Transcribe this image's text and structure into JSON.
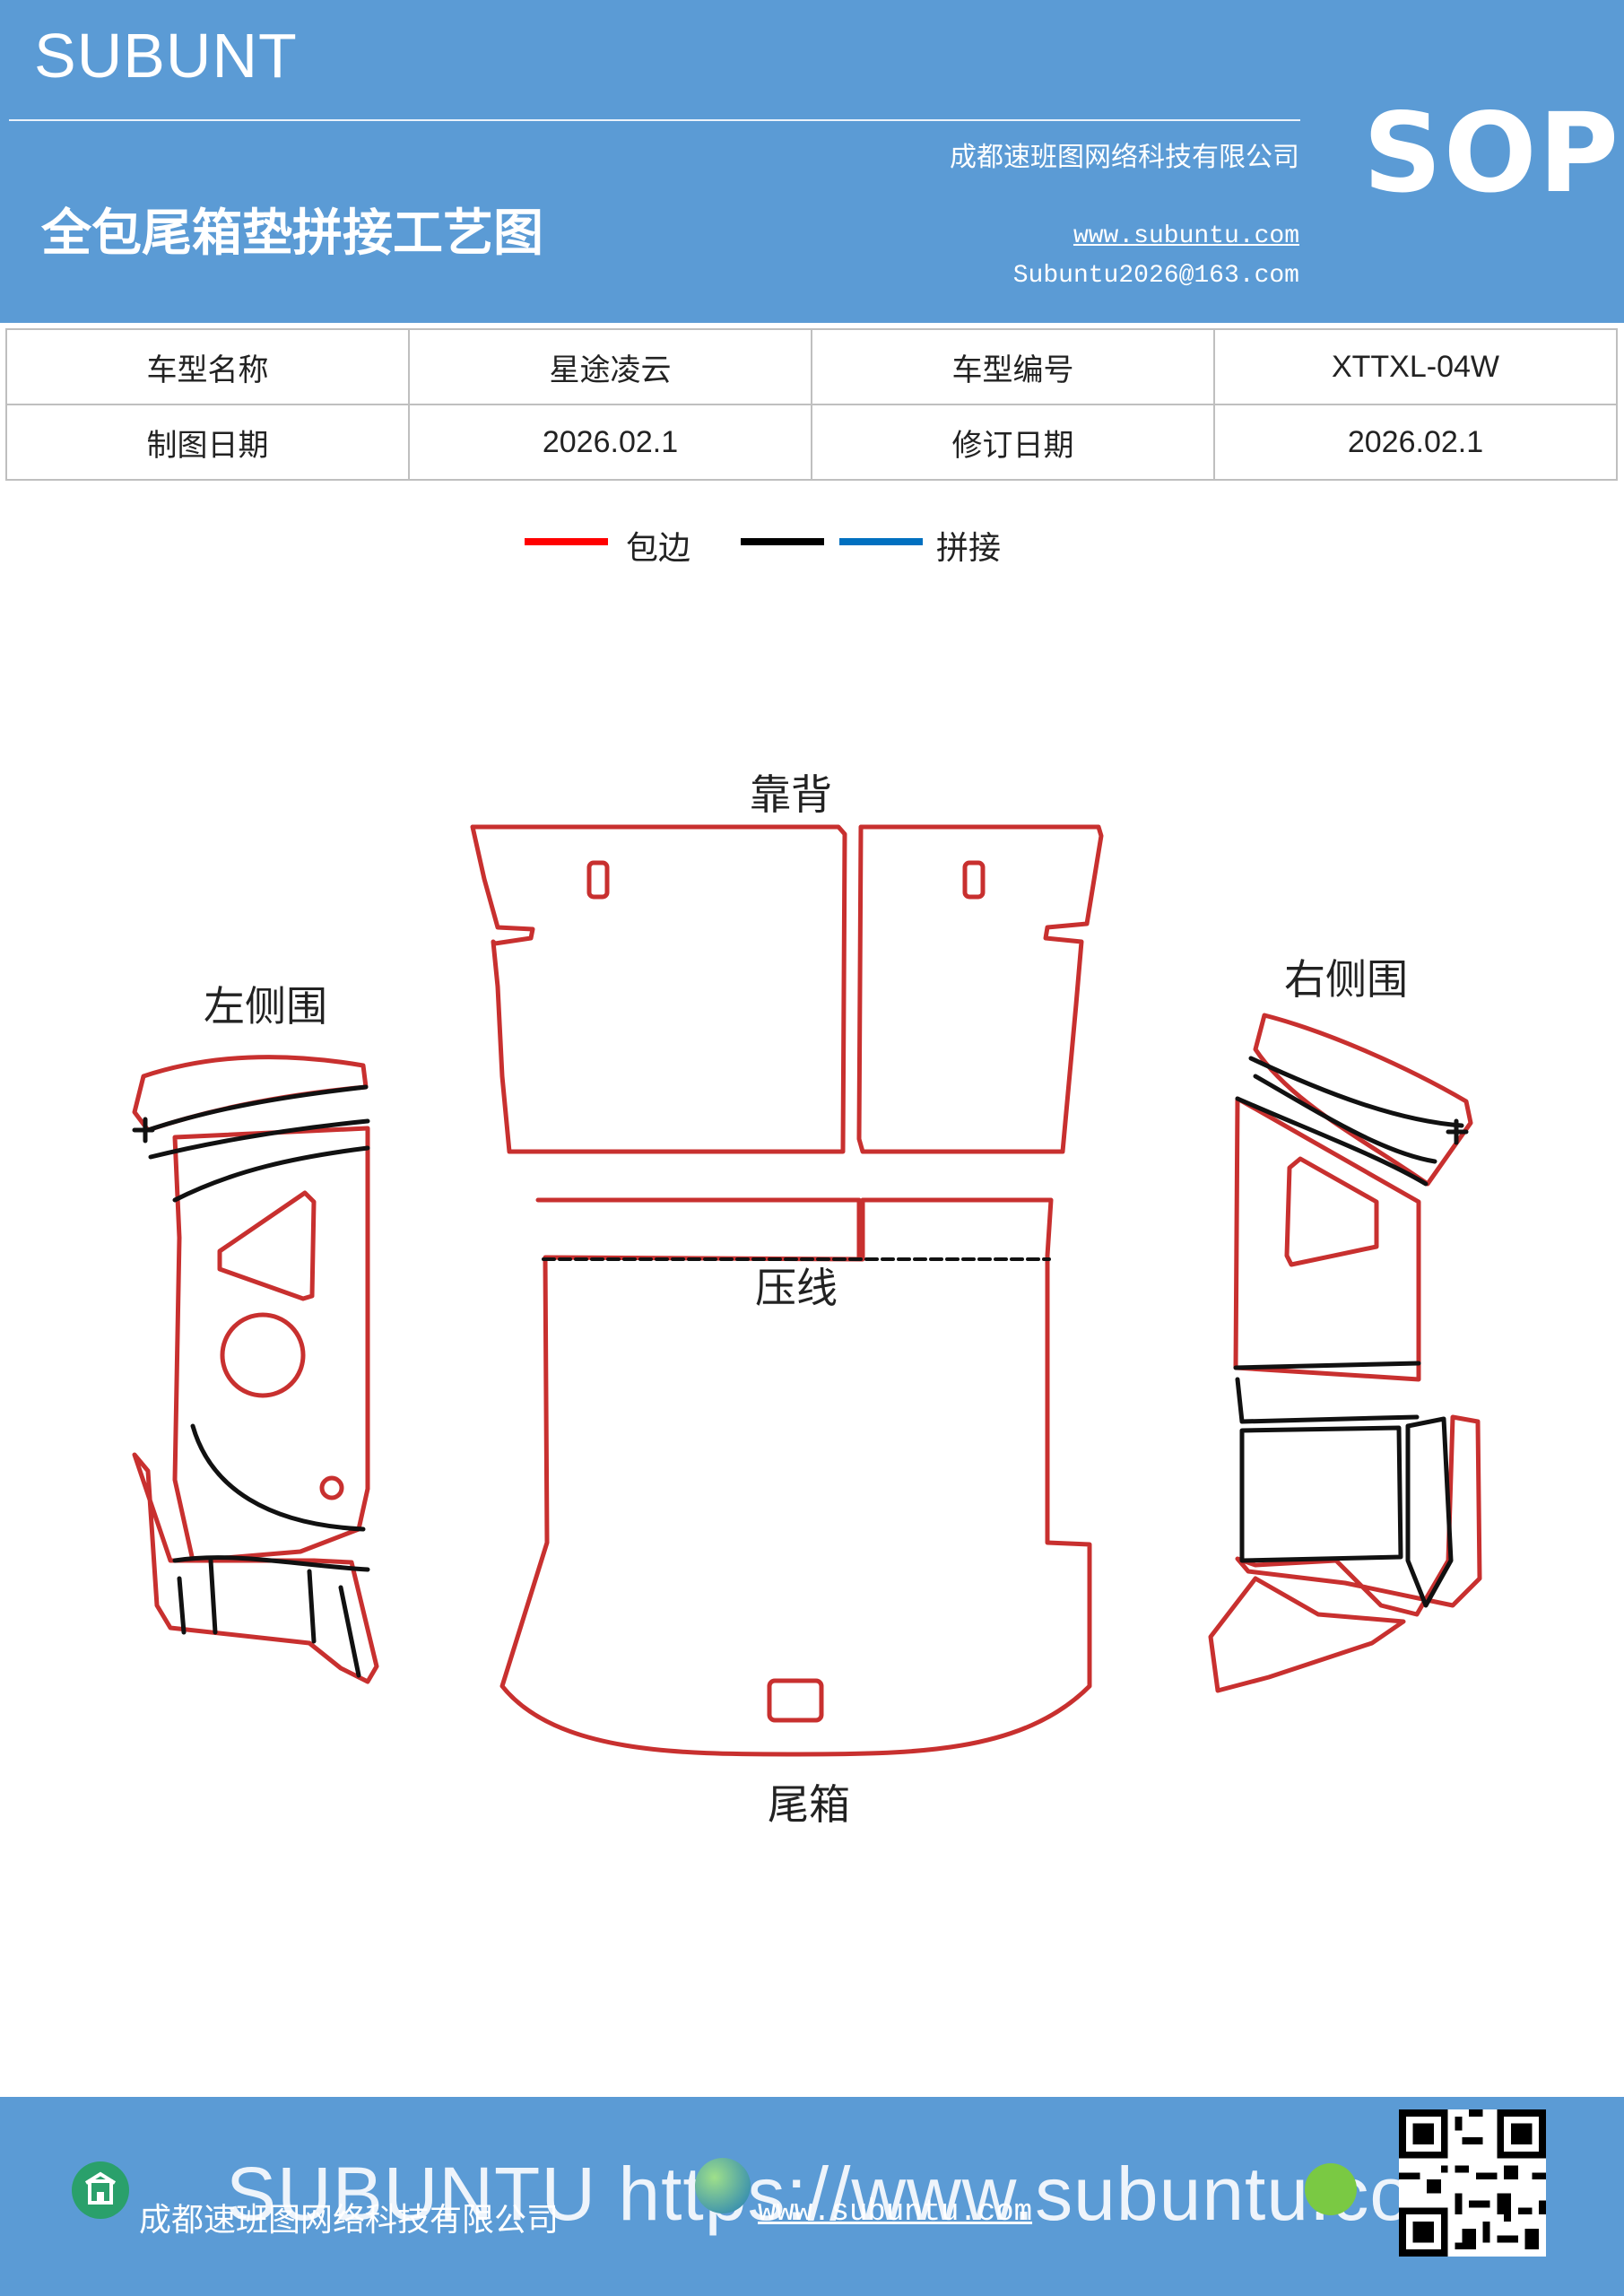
{
  "header": {
    "brand": "SUBUNT",
    "badge": "SOP",
    "company": "成都速班图网络科技有限公司",
    "title": "全包尾箱垫拼接工艺图",
    "website": "www.subuntu.com",
    "email": "Subuntu2026@163.com"
  },
  "info_table": {
    "rows": [
      [
        "车型名称",
        "星途凌云",
        "车型编号",
        "XTTXL-04W"
      ],
      [
        "制图日期",
        "2026.02.1",
        "修订日期",
        "2026.02.1"
      ]
    ]
  },
  "legend": {
    "items": [
      {
        "label": "包边",
        "color": "#ff0000"
      },
      {
        "label": "拼接",
        "colors": [
          "#000000",
          "#0070c0"
        ]
      }
    ]
  },
  "diagram": {
    "labels": {
      "backrest": "靠背",
      "left_side": "左侧围",
      "right_side": "右侧围",
      "crease": "压线",
      "trunk": "尾箱"
    },
    "colors": {
      "edge": "#c8302f",
      "seam": "#111111"
    }
  },
  "footer": {
    "watermark": "SUBUNTU https://www.subuntu.com",
    "company": "成都速班图网络科技有限公司",
    "website": "www.subuntu.com"
  }
}
